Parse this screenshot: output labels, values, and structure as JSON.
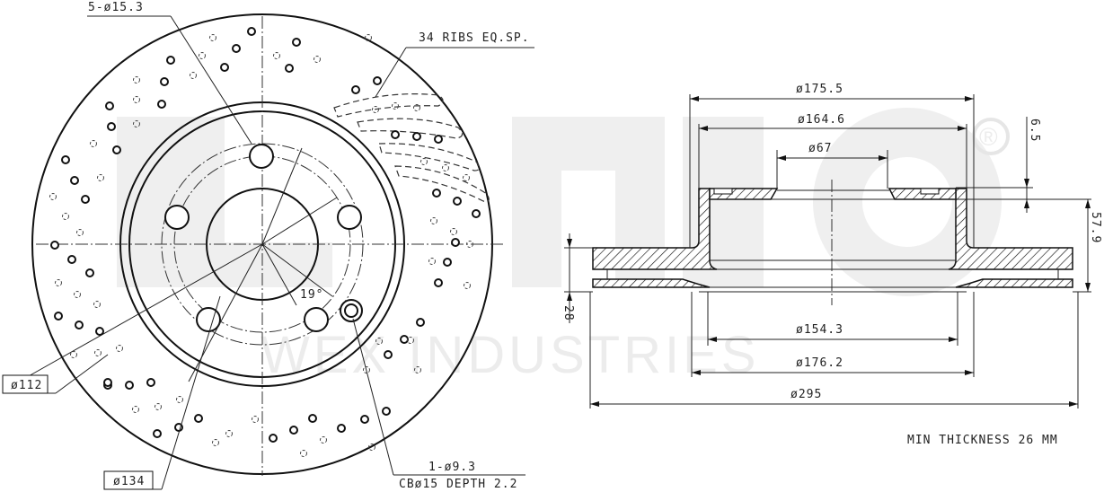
{
  "watermark": {
    "brand_letters": [
      "U",
      "N",
      "I",
      "O"
    ],
    "registered_mark": "®",
    "company": "WEX INDUSTRIES"
  },
  "front_view": {
    "callouts": {
      "bolt_holes": "5-ø15.3",
      "ribs": "34 RIBS EQ.SP.",
      "pcd_inner": "ø112",
      "pcd_outer": "ø134",
      "angle": "19°",
      "screw_hole_line1": "1-ø9.3",
      "screw_hole_line2": "CBø15 DEPTH 2.2"
    }
  },
  "section_view": {
    "dimensions": {
      "hat_outer": "ø175.5",
      "hat_inner": "ø164.6",
      "center_bore": "ø67",
      "hat_thickness": "6.5",
      "total_height": "57.9",
      "disc_thickness": "28",
      "inner_bore": "ø154.3",
      "friction_inner": "ø176.2",
      "outer_diameter": "ø295"
    },
    "note": "MIN THICKNESS 26 MM"
  }
}
